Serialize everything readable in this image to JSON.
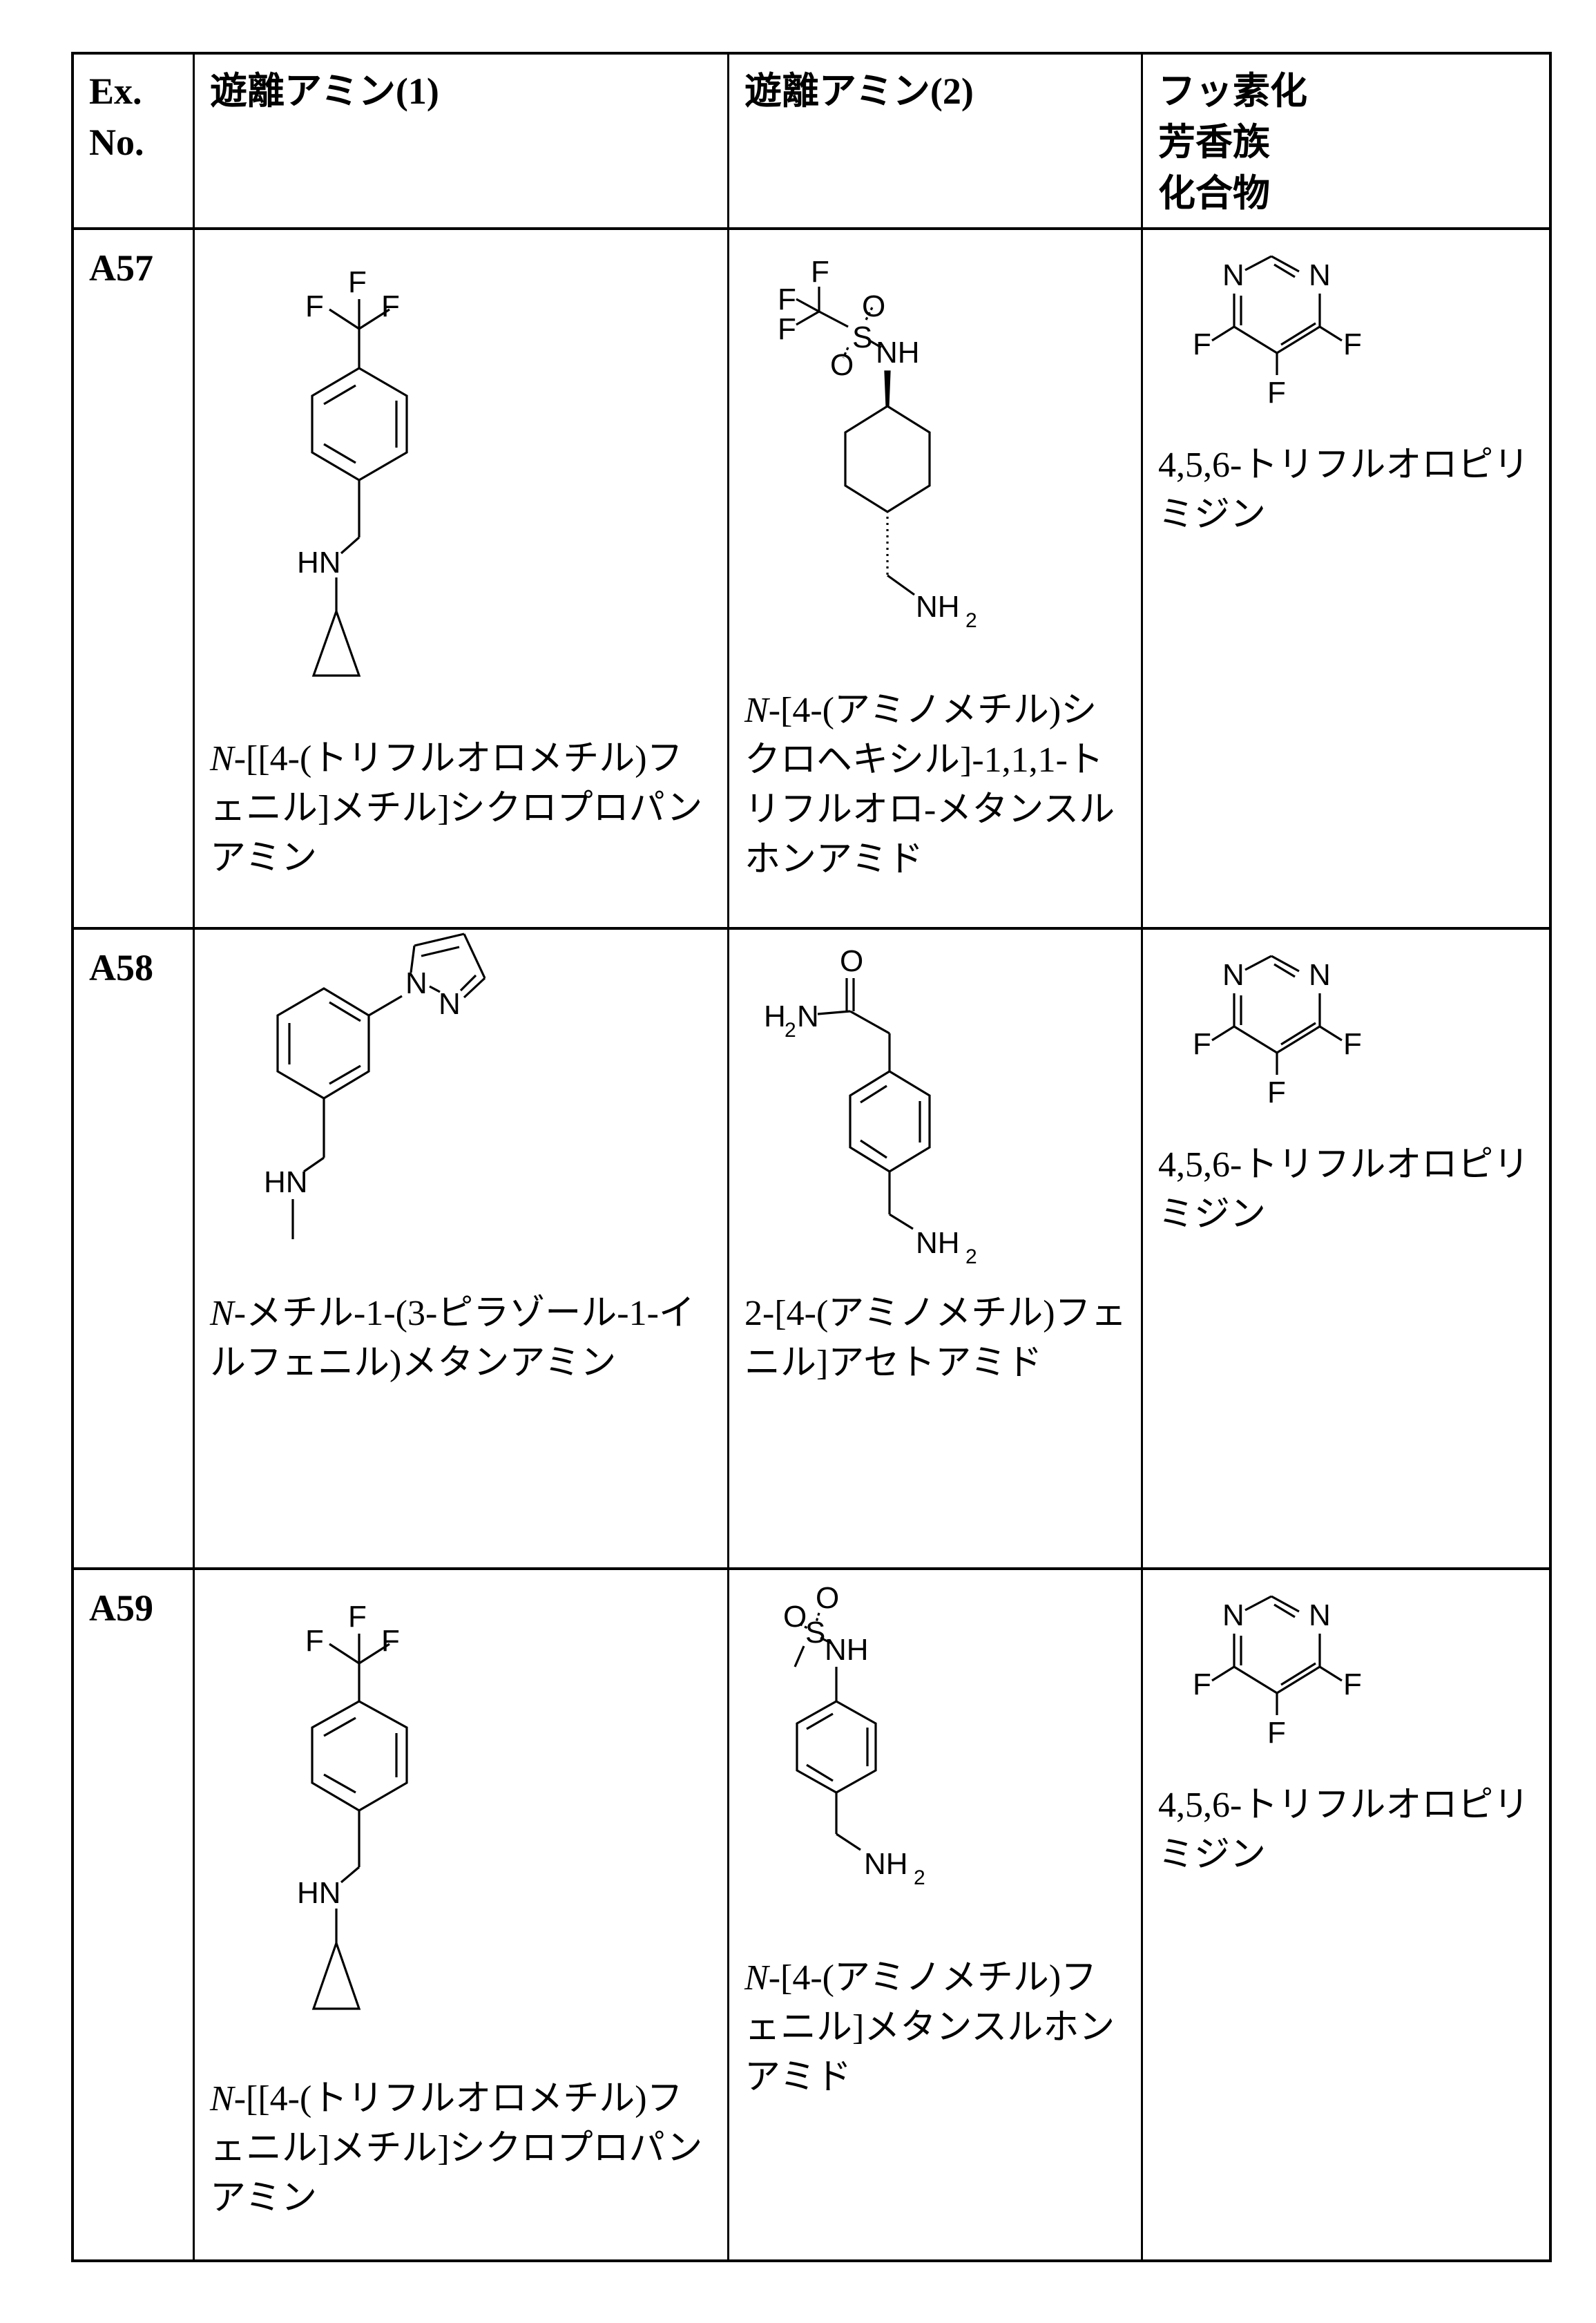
{
  "table": {
    "headers": {
      "ex_no": [
        "Ex.",
        "No."
      ],
      "free_amine_1": "遊離アミン(1)",
      "free_amine_2": "遊離アミン(2)",
      "fluorinated_aromatic": [
        "フッ素化",
        "芳香族",
        "化合物"
      ]
    },
    "rows": [
      {
        "ex_no": "A57",
        "amine1": {
          "structure": "4-(trifluoromethyl)benzyl-cyclopropylamine",
          "name_prefix": "N",
          "name": "-[[4-(トリフルオロメチル)フェニル]メチル]シクロプロパンアミン",
          "atoms": {
            "f1": "F",
            "f2": "F",
            "f3": "F",
            "hn": "HN"
          }
        },
        "amine2": {
          "structure": "trans-4-(aminomethyl)cyclohexyl triflamide",
          "name_prefix": "N",
          "name": "-[4-(アミノメチル)シクロヘキシル]-1,1,1-トリフルオロ-メタンスルホンアミド",
          "atoms": {
            "f1": "F",
            "f2": "F",
            "f3": "F",
            "s": "S",
            "o1": "O",
            "o2": "O",
            "nh": "NH",
            "nh2": "NH",
            "sub2": "2"
          }
        },
        "fluoro": {
          "structure": "4,5,6-trifluoropyrimidine",
          "name": "4,5,6-トリフルオロピリミジン",
          "atoms": {
            "n1": "N",
            "n2": "N",
            "f1": "F",
            "f2": "F",
            "f3": "F"
          }
        }
      },
      {
        "ex_no": "A58",
        "amine1": {
          "structure": "N-methyl-1-(3-pyrazol-1-ylphenyl)methanamine",
          "name_prefix": "N",
          "name": "-メチル-1-(3-ピラゾール-1-イルフェニル)メタンアミン",
          "atoms": {
            "n1": "N",
            "n2": "N",
            "hn": "HN"
          }
        },
        "amine2": {
          "structure": "2-[4-(aminomethyl)phenyl]acetamide",
          "name_prefix": "",
          "name": "2-[4-(アミノメチル)フェニル]アセトアミド",
          "atoms": {
            "o": "O",
            "h2n_h": "H",
            "h2n_sub": "2",
            "h2n_n": "N",
            "nh2": "NH",
            "sub2": "2"
          }
        },
        "fluoro": {
          "structure": "4,5,6-trifluoropyrimidine",
          "name": "4,5,6-トリフルオロピリミジン",
          "atoms": {
            "n1": "N",
            "n2": "N",
            "f1": "F",
            "f2": "F",
            "f3": "F"
          }
        }
      },
      {
        "ex_no": "A59",
        "amine1": {
          "structure": "4-(trifluoromethyl)benzyl-cyclopropylamine",
          "name_prefix": "N",
          "name": "-[[4-(トリフルオロメチル)フェニル]メチル]シクロプロパンアミン",
          "atoms": {
            "f1": "F",
            "f2": "F",
            "f3": "F",
            "hn": "HN"
          }
        },
        "amine2": {
          "structure": "N-[4-(aminomethyl)phenyl]methanesulfonamide",
          "name_prefix": "N",
          "name": "-[4-(アミノメチル)フェニル]メタンスルホンアミド",
          "atoms": {
            "o1": "O",
            "o2": "O",
            "s": "S",
            "nh": "NH",
            "nh2": "NH",
            "sub2": "2"
          }
        },
        "fluoro": {
          "structure": "4,5,6-trifluoropyrimidine",
          "name": "4,5,6-トリフルオロピリミジン",
          "atoms": {
            "n1": "N",
            "n2": "N",
            "f1": "F",
            "f2": "F",
            "f3": "F"
          }
        }
      }
    ]
  }
}
